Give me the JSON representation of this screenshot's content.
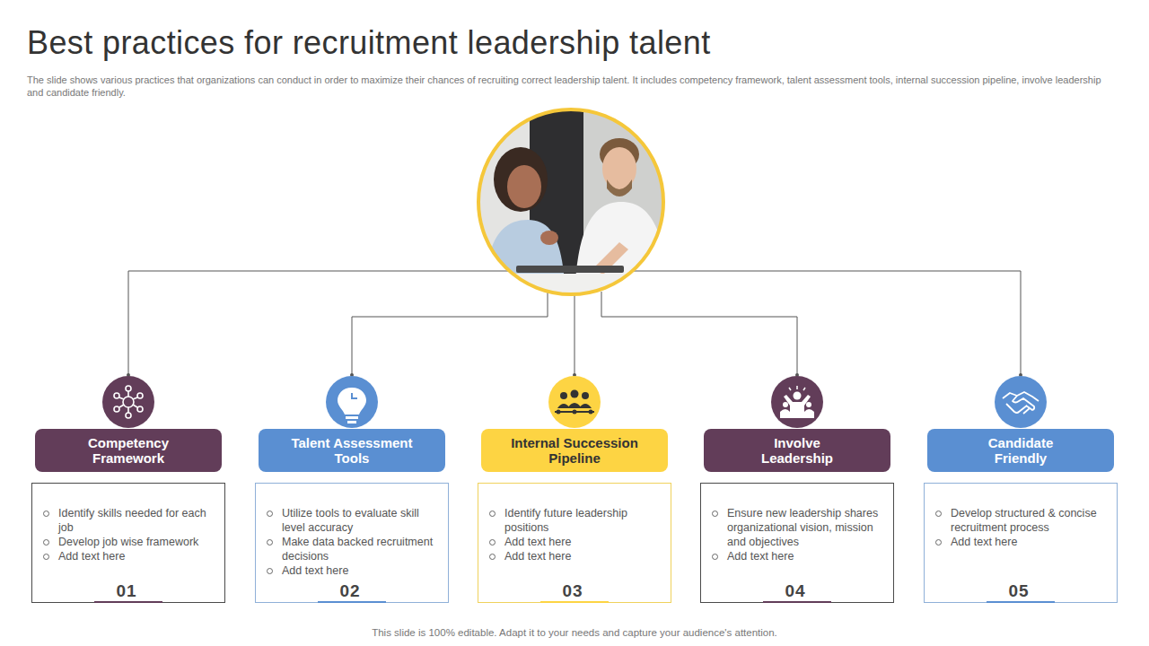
{
  "diagram": {
    "title": "Best practices for recruitment leadership talent",
    "caption": "The slide shows various practices that organizations can conduct in order to maximize their chances of recruiting correct leadership talent. It includes competency framework, talent assessment tools, internal succession pipeline, involve leadership and candidate friendly.",
    "nodes": [
      {
        "text": [
          "Competency Framework"
        ]
      },
      {
        "text": [
          "Identify skills needed for each job",
          "Develop job wise framework",
          "Add text here",
          "01"
        ]
      },
      {
        "text": [
          "Talent Assessment Tools"
        ]
      },
      {
        "text": [
          "Utilize tools to evaluate skill level accuracy",
          "Make data backed recruitment decisions",
          "Add text here",
          "02"
        ]
      },
      {
        "text": [
          "Internal Succession Pipeline"
        ]
      },
      {
        "text": [
          "Identify future leadership positions",
          "Add text here",
          "Add text here",
          "03"
        ]
      },
      {
        "text": [
          "Involve Leadership"
        ]
      },
      {
        "text": [
          "Ensure new leadership shares organizational vision, mission and objectives",
          "Add text here",
          "04"
        ]
      },
      {
        "text": [
          "Candidate Friendly"
        ]
      },
      {
        "text": [
          "Develop structured & concise recruitment process",
          "Add text here",
          "05"
        ]
      }
    ],
    "labels": [
      "This slide is 100% editable. Adapt it to your needs and capture your audience's attention."
    ]
  }
}
